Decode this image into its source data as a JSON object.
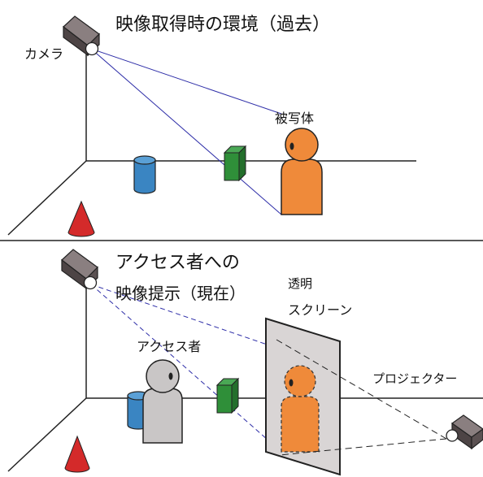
{
  "top_panel": {
    "title": "映像取得時の環境（過去）",
    "camera_label": "カメラ",
    "subject_label": "被写体"
  },
  "bottom_panel": {
    "title_line1": "アクセス者への",
    "title_line2": "映像提示（現在）",
    "screen_label_line1": "透明",
    "screen_label_line2": "スクリーン",
    "accessor_label": "アクセス者",
    "projector_label": "プロジェクター"
  },
  "colors": {
    "person_orange": "#ef8a3a",
    "cylinder_blue": "#3a85c2",
    "cube_green": "#2f8f39",
    "cone_red": "#d42a2a",
    "accessor_gray": "#c9c6c6",
    "camera_gray": "#5b5152",
    "screen_gray": "#d9d5d5",
    "sightline_blue": "#2e2ea8"
  }
}
